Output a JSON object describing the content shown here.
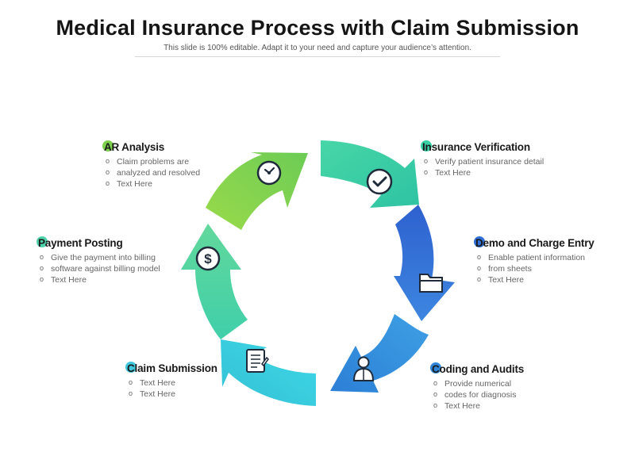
{
  "title": "Medical Insurance Process with Claim Submission",
  "subtitle": "This slide is 100% editable. Adapt it to your need and capture your audience’s attention.",
  "colors": {
    "insurance_verification": "#38d0a4",
    "demo_charge_entry": "#2f6fd6",
    "coding_audits": "#2f86d8",
    "claim_submission": "#3fc8dc",
    "payment_posting": "#4ed0a8",
    "ar_analysis": "#7cd04a"
  },
  "steps": [
    {
      "title": "Insurance Verification",
      "icon": "checkmark-icon",
      "bullets": [
        "Verify patient insurance detail",
        "Text Here"
      ]
    },
    {
      "title": "Demo and Charge Entry",
      "icon": "folder-icon",
      "bullets": [
        "Enable patient information",
        "from sheets",
        "Text Here"
      ]
    },
    {
      "title": "Coding and Audits",
      "icon": "person-icon",
      "bullets": [
        "Provide numerical",
        "codes for diagnosis",
        "Text Here"
      ]
    },
    {
      "title": "Claim Submission",
      "icon": "document-icon",
      "bullets": [
        "Text Here",
        "Text Here"
      ]
    },
    {
      "title": "Payment Posting",
      "icon": "dollar-icon",
      "bullets": [
        "Give the payment into billing",
        "software against billing model",
        "Text Here"
      ]
    },
    {
      "title": "AR Analysis",
      "icon": "clock-icon",
      "bullets": [
        "Claim problems are",
        "analyzed and resolved",
        "Text Here"
      ]
    }
  ]
}
